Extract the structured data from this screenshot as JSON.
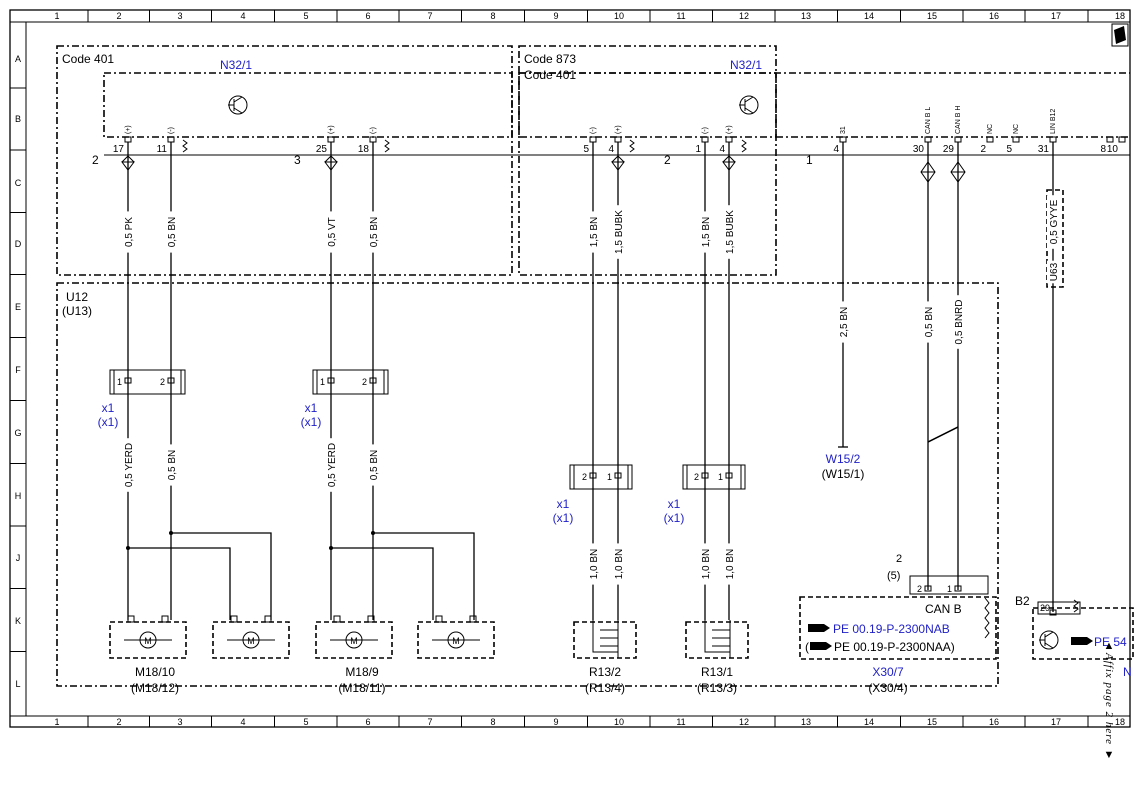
{
  "grid": {
    "columns": [
      "1",
      "2",
      "3",
      "4",
      "5",
      "6",
      "7",
      "8",
      "9",
      "10",
      "11",
      "12",
      "13",
      "14",
      "15",
      "16",
      "17",
      "18"
    ],
    "rows": [
      "A",
      "B",
      "C",
      "D",
      "E",
      "F",
      "G",
      "H",
      "J",
      "K",
      "L"
    ]
  },
  "labels": {
    "code401_a": "Code 401",
    "code873": "Code 873",
    "code401_b": "Code 401",
    "n32_left": "N32/1",
    "n32_right": "N32/1",
    "u12": "U12",
    "u13": "(U13)",
    "conn2_left": "2",
    "conn3": "3",
    "conn2_mid": "2",
    "conn1": "1",
    "b2": "B2",
    "can_b": "CAN B",
    "x30_pin2": "2",
    "x30_pin5": "(5)",
    "ref1": "PE 00.19-P-2300NAB",
    "ref2": "PE 00.19-P-2300NAA)",
    "ref3": "PE 54",
    "ref2_prefix": "(",
    "n_cut": "N"
  },
  "pins_top": [
    {
      "sym": "(+)",
      "num": "17"
    },
    {
      "sym": "(-)",
      "num": "11"
    },
    {
      "sym": "(+)",
      "num": "25"
    },
    {
      "sym": "(-)",
      "num": "18"
    },
    {
      "sym": "(-)",
      "num": "5"
    },
    {
      "sym": "(+)",
      "num": "4"
    },
    {
      "sym": "(-)",
      "num": "1"
    },
    {
      "sym": "(+)",
      "num": "4"
    },
    {
      "sym": "31",
      "num": "4"
    },
    {
      "sym": "CAN B L",
      "num": "30"
    },
    {
      "sym": "CAN B H",
      "num": "29"
    },
    {
      "sym": "NC",
      "num": "2"
    },
    {
      "sym": "NC",
      "num": "5"
    },
    {
      "sym": "LIN B12",
      "num": "31"
    },
    {
      "sym": "",
      "num": "8"
    },
    {
      "sym": "",
      "num": "10"
    }
  ],
  "wires": [
    "0,5 PK",
    "0,5 BN",
    "0,5 VT",
    "0,5 BN",
    "1,5 BN",
    "1,5 BUBK",
    "1,5 BN",
    "1,5 BUBK",
    "2,5 BN",
    "0,5 BN",
    "0,5 BNRD",
    "0,5 GYYE",
    "U63",
    "0,5 YERD",
    "0,5 BN",
    "0,5 YERD",
    "0,5 BN",
    "1,0 BN",
    "1,0 BN",
    "1,0 BN",
    "1,0 BN"
  ],
  "connectors": [
    {
      "id": "x1",
      "alt": "(x1)",
      "p1": "1",
      "p2": "2"
    },
    {
      "id": "x1",
      "alt": "(x1)",
      "p1": "1",
      "p2": "2"
    },
    {
      "id": "x1",
      "alt": "(x1)",
      "p1": "2",
      "p2": "1"
    },
    {
      "id": "x1",
      "alt": "(x1)",
      "p1": "2",
      "p2": "1"
    }
  ],
  "components": [
    {
      "id": "M18/10",
      "alt": "(M18/12)"
    },
    {
      "id": "M18/9",
      "alt": "(M18/11)"
    },
    {
      "id": "R13/2",
      "alt": "(R13/4)"
    },
    {
      "id": "R13/1",
      "alt": "(R13/3)"
    },
    {
      "id": "X30/7",
      "alt": "(X30/4)"
    }
  ],
  "ground": {
    "id": "W15/2",
    "alt": "(W15/1)"
  },
  "x30_pins": [
    "2",
    "1"
  ],
  "b2_pin": "29",
  "motor_glyph": "M",
  "affix_note": "▲Affix page 2 here ▼",
  "colors": {
    "link": "#1f1fc8",
    "line": "#000000"
  },
  "icons": [
    "transistor-icon",
    "pointing-hand-icon",
    "motor-icon",
    "heater-icon",
    "ground-icon",
    "page-corner-icon"
  ]
}
